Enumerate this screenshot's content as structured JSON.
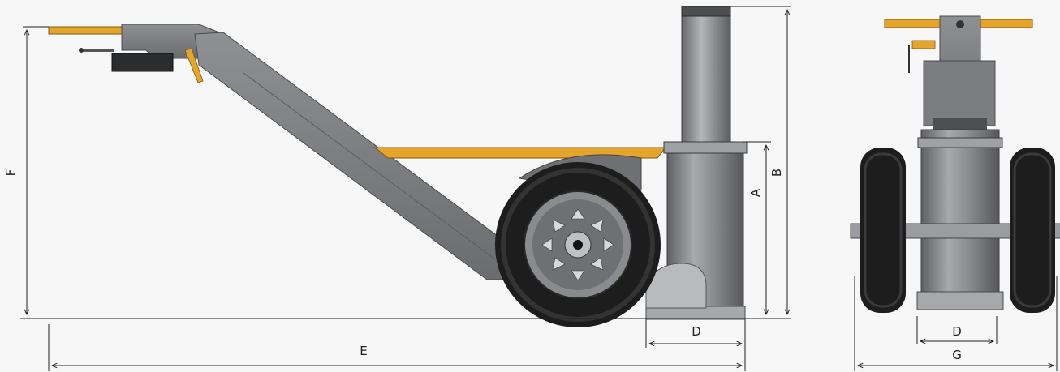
{
  "dimensions": {
    "A": "A",
    "B": "B",
    "D_side": "D",
    "E": "E",
    "F": "F",
    "D_front": "D",
    "G": "G"
  },
  "colors": {
    "background": "#f7f7f7",
    "steel_dark": "#6f7175",
    "steel_mid": "#8d8f93",
    "steel_light": "#b9bbbe",
    "yellow": "#e5a52b",
    "tire": "#1d1d1d",
    "rim": "#8a8b8e",
    "dim_line": "#222222"
  },
  "icons": [
    "side-view-jack",
    "front-view-jack"
  ]
}
